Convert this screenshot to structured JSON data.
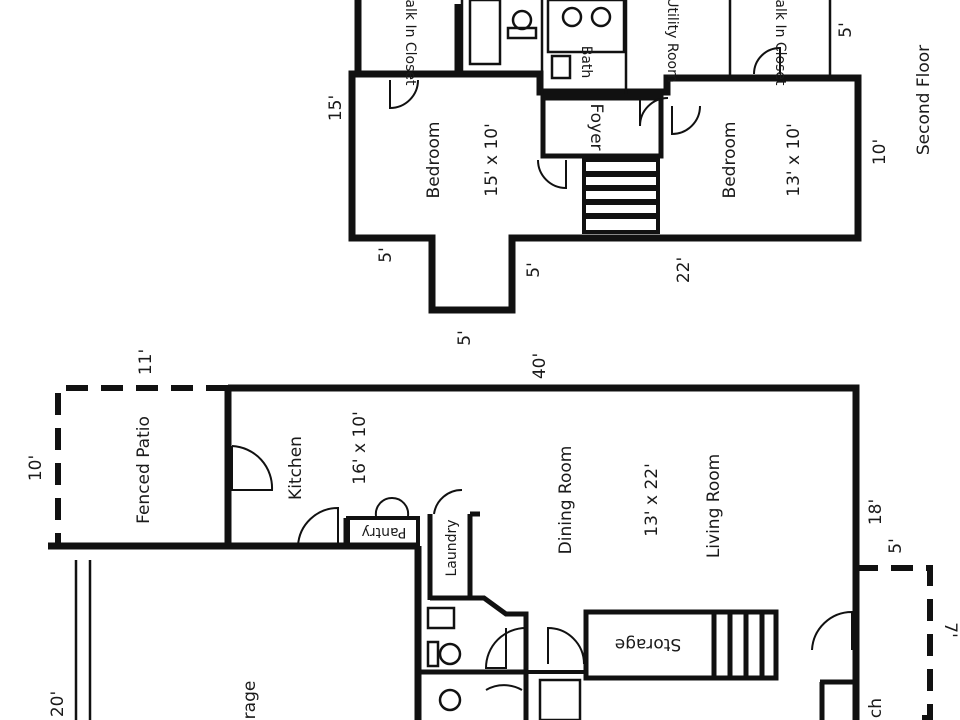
{
  "floors": {
    "second": {
      "title": "Second Floor",
      "rooms": {
        "walk_in_closet_left": "Walk In Closet",
        "bath": "Bath",
        "utility_room": "Utility Room",
        "walk_in_closet_right": "Walk In Closet",
        "foyer": "Foyer",
        "bedroom_left_name": "Bedroom",
        "bedroom_left_size": "15' x 10'",
        "bedroom_right_name": "Bedroom",
        "bedroom_right_size": "13' x 10'"
      },
      "dimensions": {
        "d15": "15'",
        "d5_top_right": "5'",
        "d10": "10'",
        "d5_left": "5'",
        "d5_mid": "5'",
        "d22": "22'",
        "d5_bottom": "5'"
      }
    },
    "first": {
      "rooms": {
        "fenced_patio": "Fenced Patio",
        "kitchen_name": "Kitchen",
        "kitchen_size": "16' x 10'",
        "pantry": "Pantry",
        "laundry": "Laundry",
        "dining_room": "Dining Room",
        "living_size": "13' x 22'",
        "living_room": "Living Room",
        "storage": "Storage",
        "garage_partial": "rage",
        "porch_partial": "ch"
      },
      "dimensions": {
        "d40": "40'",
        "d11": "11'",
        "d10": "10'",
        "d18": "18'",
        "d5": "5'",
        "d7": "7'",
        "d20": "20'"
      }
    }
  }
}
